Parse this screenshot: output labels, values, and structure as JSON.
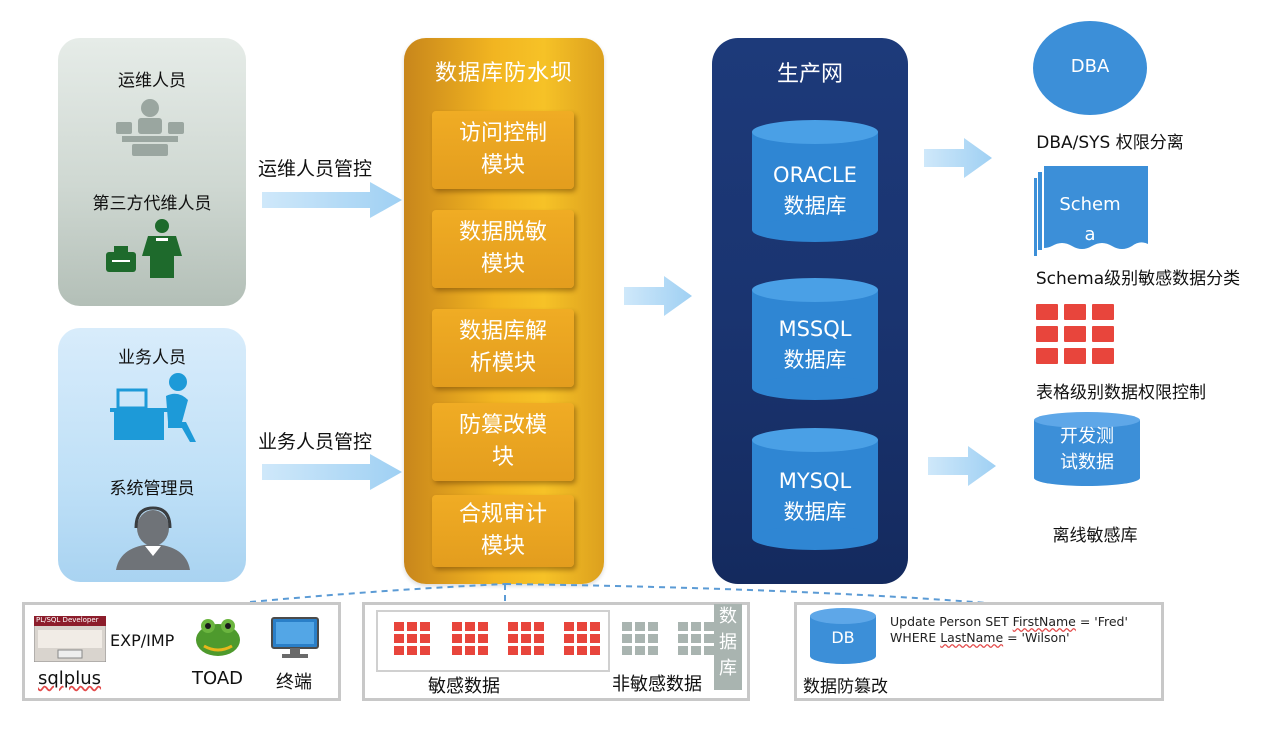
{
  "left": {
    "ops_group": {
      "role1": "运维人员",
      "role2": "第三方代维人员"
    },
    "biz_group": {
      "role1": "业务人员",
      "role2": "系统管理员"
    },
    "ops_control": "运维人员管控",
    "biz_control": "业务人员管控"
  },
  "dam": {
    "title": "数据库防水坝",
    "modules": [
      {
        "line1": "访问控制",
        "line2": "模块"
      },
      {
        "line1": "数据脱敏",
        "line2": "模块"
      },
      {
        "line1": "数据库解",
        "line2": "析模块"
      },
      {
        "line1": "防篡改模",
        "line2": "块"
      },
      {
        "line1": "合规审计",
        "line2": "模块"
      }
    ]
  },
  "prod": {
    "title": "生产网",
    "dbs": [
      {
        "line1": "ORACLE",
        "line2": "数据库"
      },
      {
        "line1": "MSSQL",
        "line2": "数据库"
      },
      {
        "line1": "MYSQL",
        "line2": "数据库"
      }
    ]
  },
  "right": {
    "dba_node": "DBA",
    "dba_label": "DBA/SYS 权限分离",
    "schema_line1": "Schem",
    "schema_line2": "a",
    "schema_label": "Schema级别敏感数据分类",
    "table_label": "表格级别数据权限控制",
    "dev_line1": "开发测",
    "dev_line2": "试数据",
    "offline_label": "离线敏感库"
  },
  "bottom": {
    "tools": {
      "pl_title": "PL/SQL Developer",
      "exp_imp": "EXP/IMP",
      "sqlplus": "sqlplus",
      "toad": "TOAD",
      "terminal": "终端"
    },
    "data": {
      "sensitive": "敏感数据",
      "nonsensitive": "非敏感数据",
      "db_c1": "数",
      "db_c2": "据",
      "db_c3": "库"
    },
    "tamper": {
      "db": "DB",
      "sql1_a": "Update Person SET ",
      "sql1_b": "FirstName",
      "sql1_c": " = 'Fred'",
      "sql2_a": "WHERE ",
      "sql2_b": "LastName",
      "sql2_c": " = 'Wilson'",
      "label": "数据防篡改"
    }
  },
  "colors": {
    "dam_gold": "#f2b521",
    "module_orange": "#e39d1e",
    "prod_navy": "#1a3470",
    "db_blue": "#2f86d3",
    "grid_red": "#e8453c",
    "grid_gray": "#a9b4b0",
    "arrow_blue": "#a9d6f5"
  }
}
